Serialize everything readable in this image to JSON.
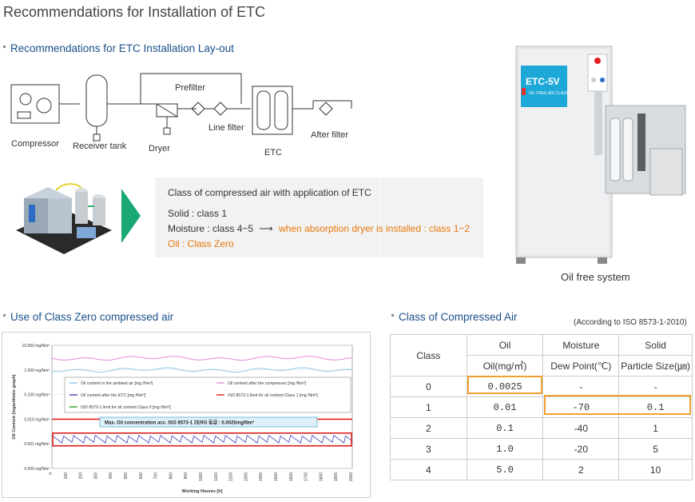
{
  "page": {
    "title": "Recommendations for Installation of ETC"
  },
  "layout_section": {
    "title": "Recommendations for ETC Installation Lay-out",
    "labels": {
      "compressor": "Compressor",
      "receiver_tank": "Receiver tank",
      "dryer": "Dryer",
      "prefilter": "Prefilter",
      "line_filter": "Line filter",
      "etc": "ETC",
      "after_filter": "After filter"
    }
  },
  "info_box": {
    "heading": "Class of compressed air with application of ETC",
    "solid": "Solid : class 1",
    "moisture_prefix": "Moisture : class 4~5",
    "moisture_arrow": "⟶",
    "moisture_suffix": "when absorption dryer is installed : class 1~2",
    "oil": "Oil : Class Zero"
  },
  "machine": {
    "brand": "ETC-5V",
    "panel_text": "OIL FREE AIR CLASS 0",
    "caption": "Oil free system"
  },
  "chart_section": {
    "title": "Use of Class Zero compressed air"
  },
  "chart_data": {
    "type": "line",
    "ylabel": "Oil Content (logarithmic graph)",
    "xlabel": "Working Houres [h]",
    "y_scale": "log",
    "y_ticks": [
      "10.000 mg/Nm³",
      "1.000 mg/Nm³",
      "0.100 mg/Nm³",
      "0.010 mg/Nm³",
      "0.001 mg/Nm³",
      "0.000 mg/Nm³"
    ],
    "x_ticks": [
      "0",
      "100",
      "200",
      "300",
      "400",
      "500",
      "600",
      "700",
      "800",
      "900",
      "1000",
      "1100",
      "1200",
      "1300",
      "1400",
      "1500",
      "1600",
      "1700",
      "1800",
      "1900",
      "2000"
    ],
    "annotation": "Max.  Oil  concentration acc. ISO 8573-1 ZERO 등급 : 0.0025mg/Nm³",
    "legend": [
      {
        "name": "Oil content in the ambient air [mg /Nm³]",
        "color": "#8fc8e8"
      },
      {
        "name": "Oil content after the compressor [mg /Nm³]",
        "color": "#e48ad8"
      },
      {
        "name": "Oil content after the ETC [mg /Nm³]",
        "color": "#3a3ab8"
      },
      {
        "name": "ISO 8573-1 limit for oil content Class 1 [mg /Nm³]",
        "color": "#e02020"
      },
      {
        "name": "ISO 8573-1 limit for oil content Class 0 [mg /Nm³]",
        "color": "#28a028"
      }
    ],
    "series": [
      {
        "name": "Oil content after the compressor [mg /Nm³]",
        "approx_level": 3.0
      },
      {
        "name": "Oil content in the ambient air [mg /Nm³]",
        "approx_level": 1.0
      },
      {
        "name": "ISO 8573-1 limit for oil content Class 1 [mg /Nm³]",
        "approx_level": 0.01
      },
      {
        "name": "Oil content after the ETC [mg /Nm³]",
        "approx_level": 0.0015
      }
    ],
    "xlim": [
      0,
      2000
    ]
  },
  "table_section": {
    "title": "Class of Compressed Air",
    "note": "(According to ISO 8573-1-2010)",
    "headers": {
      "class": "Class",
      "oil": "Oil",
      "moisture": "Moisture",
      "solid": "Solid",
      "oil_unit": "Oil(mg/㎥)",
      "moisture_unit": "Dew Point(℃)",
      "solid_unit": "Particle Size(㎛)"
    },
    "rows": [
      {
        "class": "0",
        "oil": "0.0025",
        "moisture": "-",
        "solid": "-"
      },
      {
        "class": "1",
        "oil": "0.01",
        "moisture": "-70",
        "solid": "0.1"
      },
      {
        "class": "2",
        "oil": "0.1",
        "moisture": "-40",
        "solid": "1"
      },
      {
        "class": "3",
        "oil": "1.0",
        "moisture": "-20",
        "solid": "5"
      },
      {
        "class": "4",
        "oil": "5.0",
        "moisture": "2",
        "solid": "10"
      }
    ]
  }
}
